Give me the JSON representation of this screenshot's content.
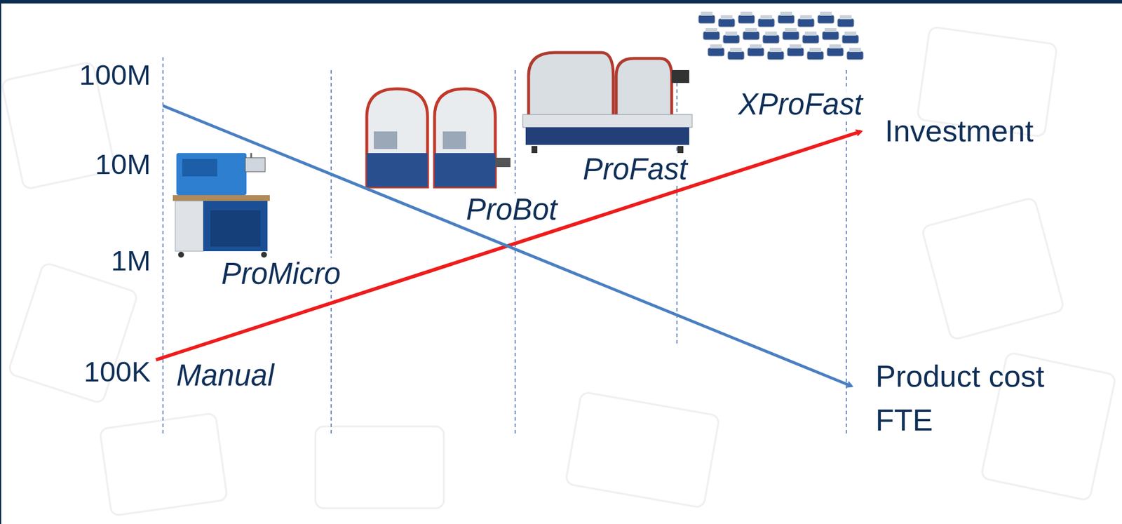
{
  "diagram": {
    "labels": [
      "100M",
      "10M",
      "1M",
      "100K",
      "Manual",
      "ProMicro",
      "ProBot",
      "ProFast",
      "XProFast",
      "Investment",
      "Product cost",
      "FTE"
    ]
  }
}
